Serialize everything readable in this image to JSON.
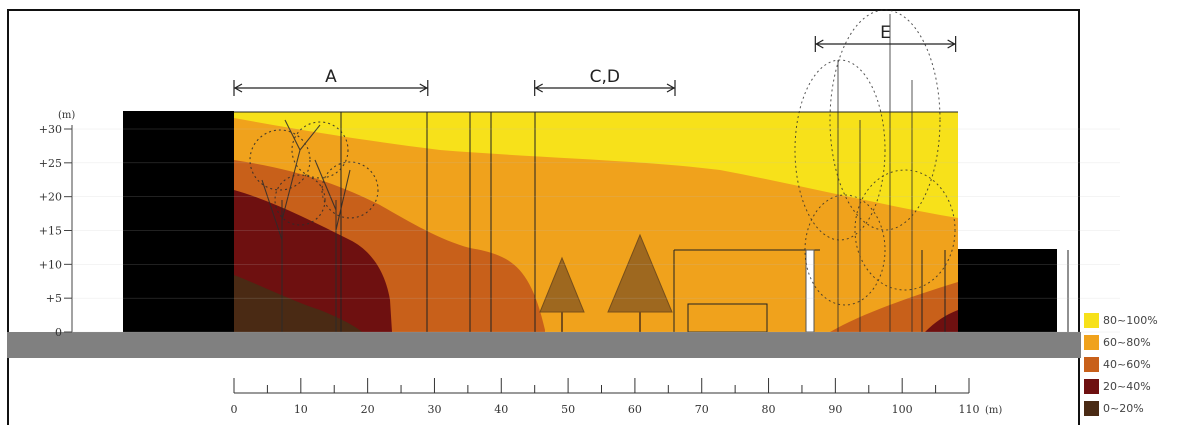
{
  "height_axis": {
    "unit": "(m)",
    "ticks": [
      "+30",
      "+25",
      "+20",
      "+15",
      "+10",
      "+5",
      "0"
    ]
  },
  "distance_axis": {
    "unit": "(m)",
    "ticks": [
      "0",
      "10",
      "20",
      "30",
      "40",
      "50",
      "60",
      "70",
      "80",
      "90",
      "100",
      "110"
    ]
  },
  "zones": [
    {
      "label": "A",
      "from_m": 0,
      "to_m": 29
    },
    {
      "label": "C,D",
      "from_m": 45,
      "to_m": 66
    },
    {
      "label": "E",
      "from_m": 87,
      "to_m": 108
    }
  ],
  "legend": [
    {
      "label": "80~100%",
      "color": "#f7e11a"
    },
    {
      "label": "60~80%",
      "color": "#f0a21c"
    },
    {
      "label": "40~60%",
      "color": "#c8601a"
    },
    {
      "label": "20~40%",
      "color": "#6e1010"
    },
    {
      "label": "0~20%",
      "color": "#4a2a14"
    }
  ],
  "colors": {
    "ground": "#808080",
    "building": "#000000",
    "tree_foliage": "#2b2b2b"
  }
}
